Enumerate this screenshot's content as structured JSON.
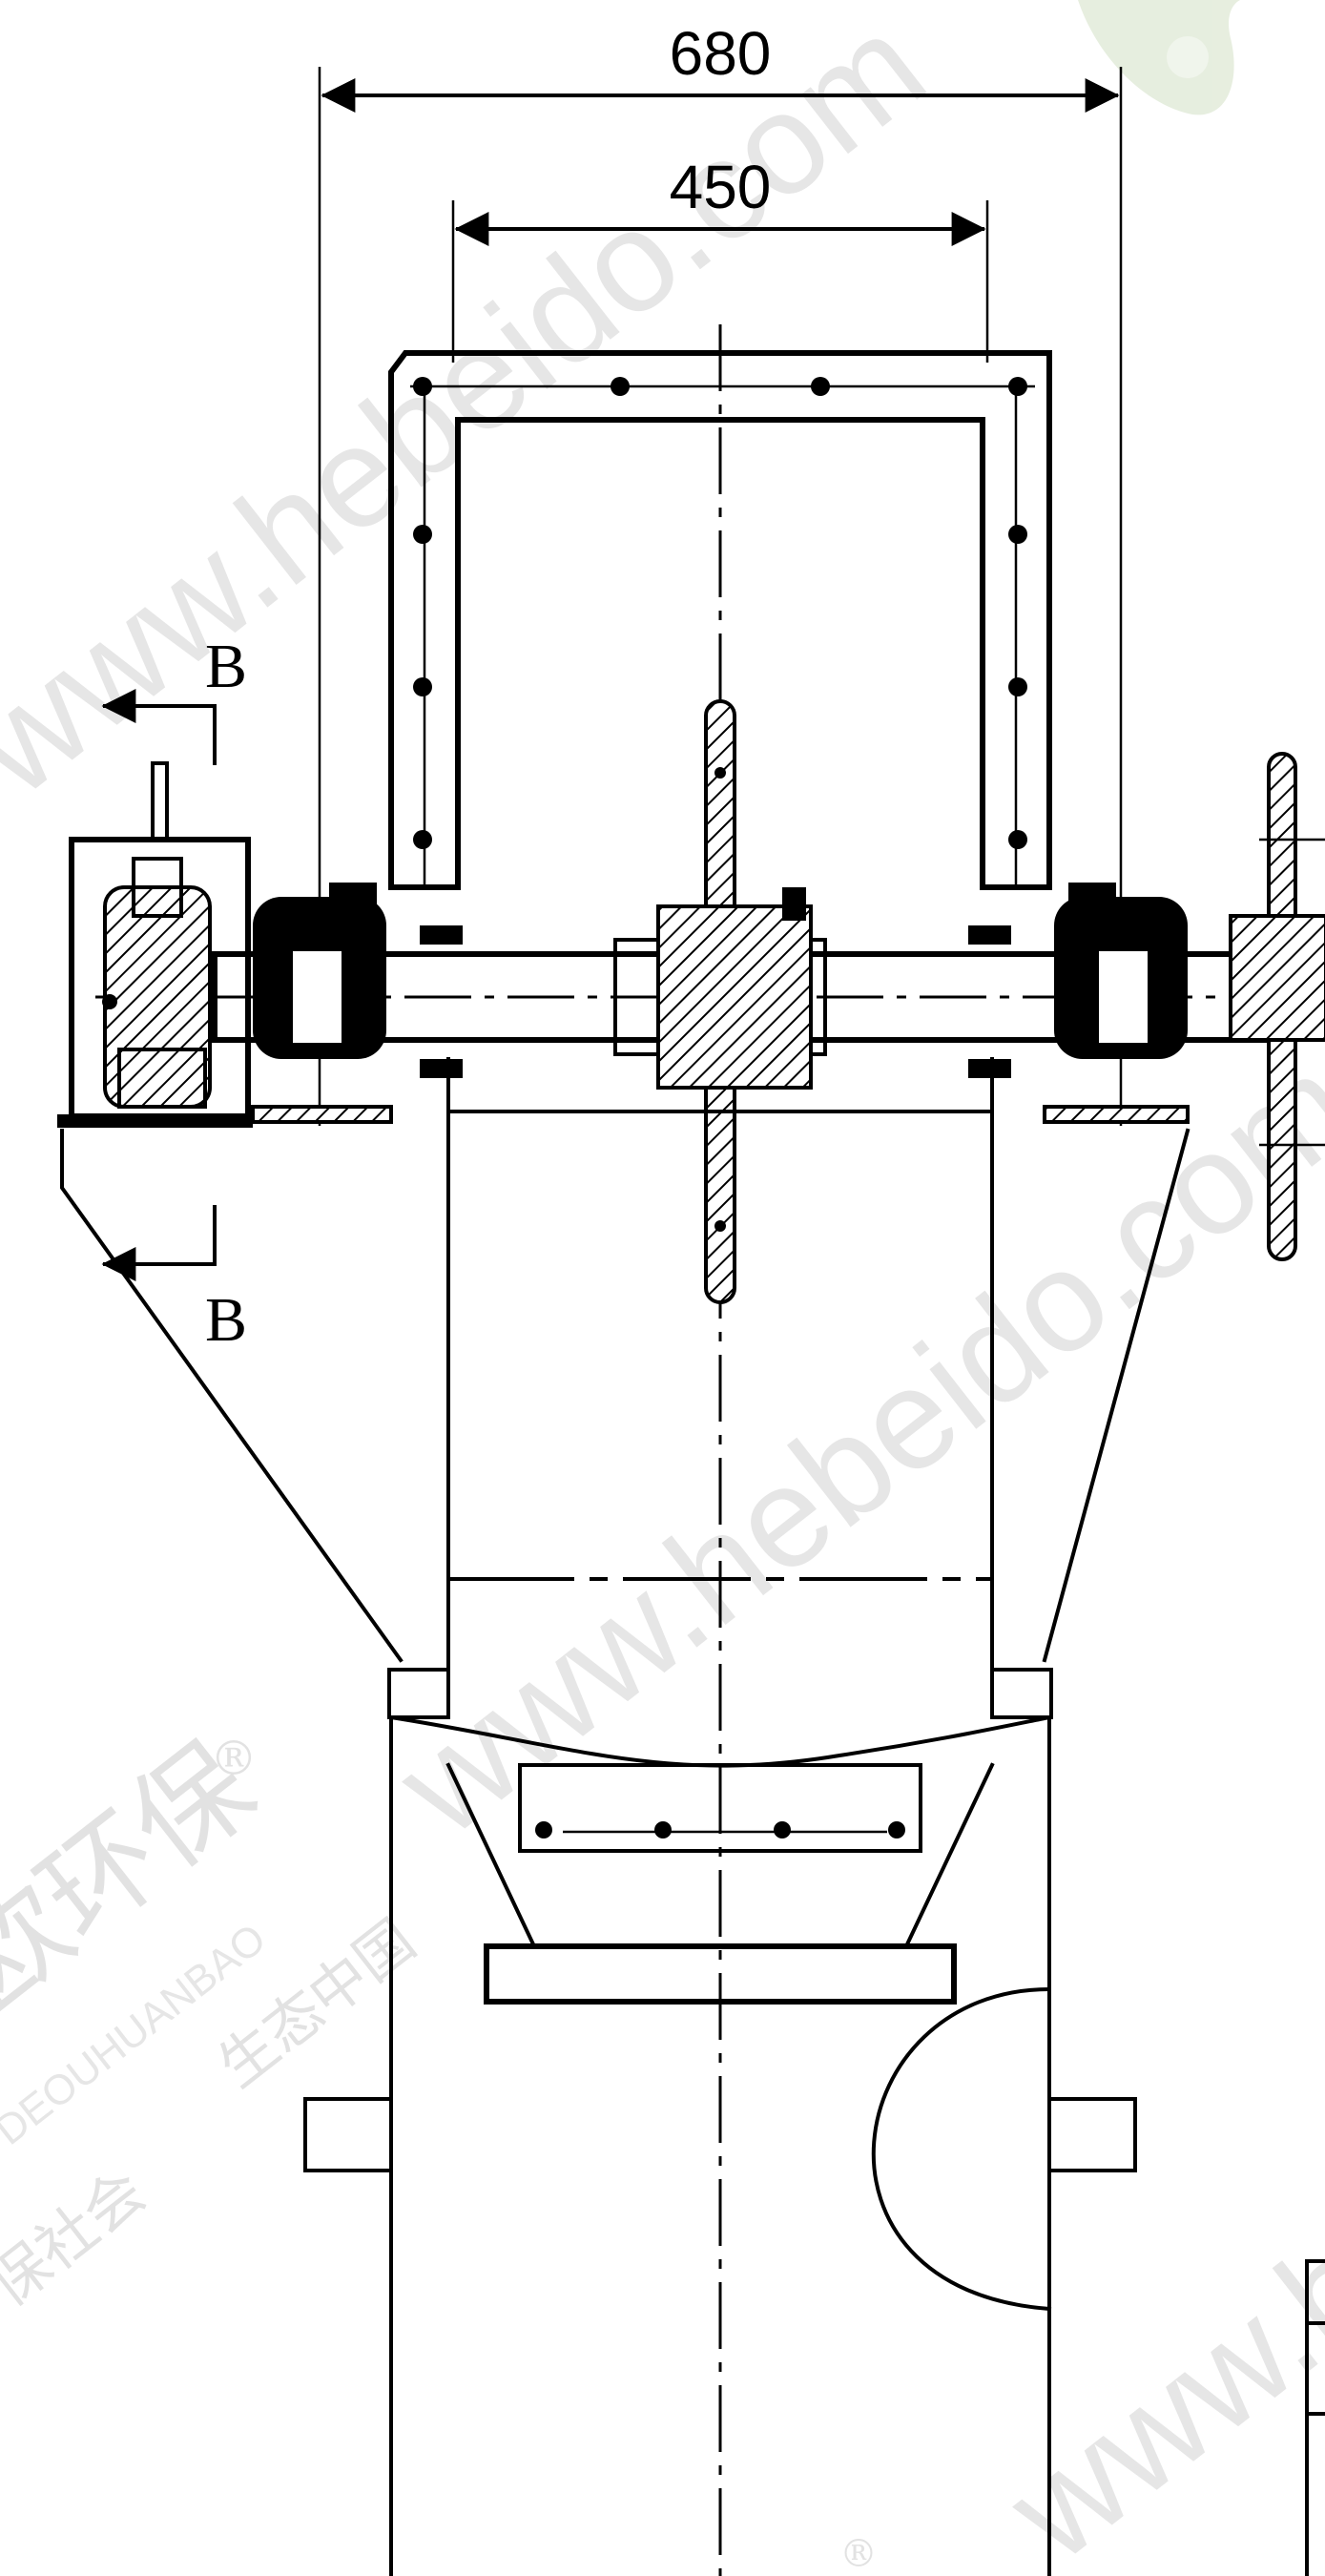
{
  "dimensions": {
    "outer_width": "680",
    "inner_width": "450"
  },
  "section": {
    "top_label": "B",
    "bottom_label": "B"
  },
  "watermarks": {
    "url_upper": "www.hebeido.com",
    "url_middle": "www.hebeido.com",
    "url_lower": "www.h",
    "brand_cn": "欧环保",
    "brand_registered": "®",
    "brand_pinyin": "DEOUHUANBAO",
    "slogan_cn": "生态中国",
    "society_cn": "保社会",
    "registered_lower": "®"
  },
  "colors": {
    "line": "#000000",
    "watermark": "#e6e6e6",
    "background": "#ffffff"
  }
}
